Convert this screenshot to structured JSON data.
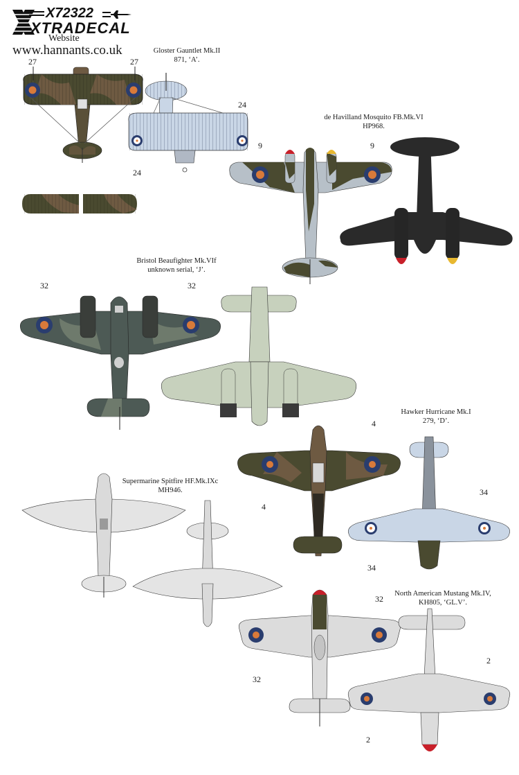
{
  "header": {
    "product_code": "X72322",
    "brand": "XTRADECAL",
    "website_label": "Website",
    "website_url": "www.hannants.co.uk"
  },
  "colors": {
    "roundel_blue": "#2a3d6e",
    "roundel_red": "#d87a3a",
    "dark_green": "#4a4a30",
    "dark_earth": "#6e5a42",
    "sky_grey": "#b7c0c8",
    "night_black": "#2a2a2a",
    "sky_type_s": "#c7d1bd",
    "underside_blue": "#c9d6e6",
    "aluminium": "#dcdcdc",
    "spinner_red": "#c8202a",
    "spinner_yellow": "#e8b830"
  },
  "aircraft": [
    {
      "name": "Gloster Gauntlet Mk.II",
      "serial": "871, ‘A’.",
      "callouts": [
        "27",
        "27",
        "24",
        "24"
      ]
    },
    {
      "name": "de Havilland Mosquito FB.Mk.VI",
      "serial": "HP968.",
      "callouts": [
        "9",
        "9"
      ]
    },
    {
      "name": "Bristol Beaufighter Mk.VIf",
      "serial": "unknown serial, ‘J’.",
      "callouts": [
        "32",
        "32"
      ]
    },
    {
      "name": "Hawker Hurricane Mk.I",
      "serial": "279, ‘D’.",
      "callouts": [
        "4",
        "4",
        "34",
        "34"
      ]
    },
    {
      "name": "Supermarine Spitfire HF.Mk.IXc",
      "serial": "MH946.",
      "callouts": []
    },
    {
      "name": "North American Mustang Mk.IV,",
      "serial": "KH805, ‘GL.V’.",
      "callouts": [
        "32",
        "32",
        "2",
        "2"
      ]
    }
  ]
}
